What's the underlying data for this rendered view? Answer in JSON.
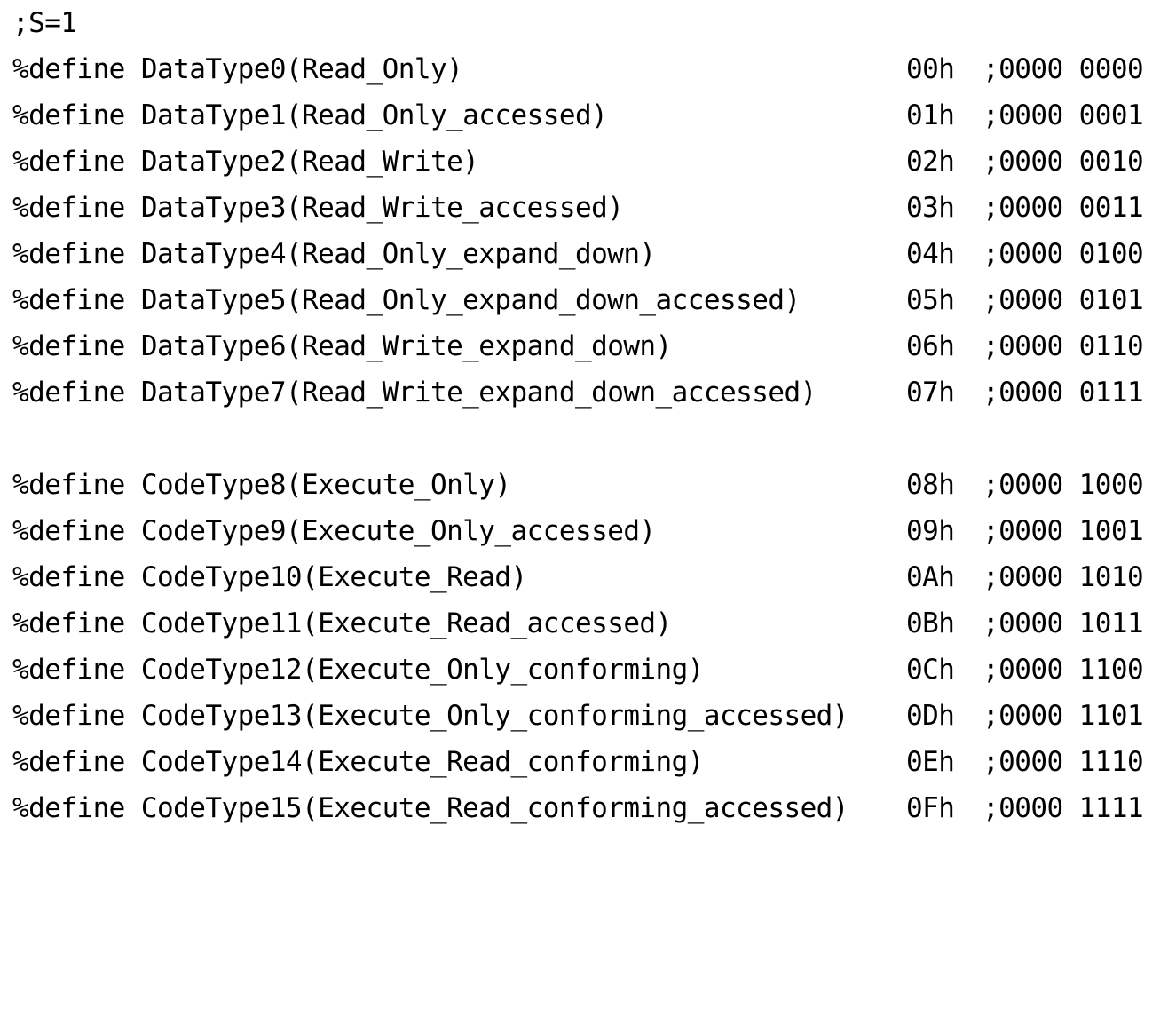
{
  "document": {
    "kind": "assembly-source-listing",
    "text_color": "#000000",
    "background_color": "#ffffff",
    "header_comment": ";S=1",
    "lines": [
      {
        "definition": "%define DataType0(Read_Only)",
        "hex": "00h",
        "binary": ";0000 0000"
      },
      {
        "definition": "%define DataType1(Read_Only_accessed)",
        "hex": "01h",
        "binary": ";0000 0001"
      },
      {
        "definition": "%define DataType2(Read_Write)",
        "hex": "02h",
        "binary": ";0000 0010"
      },
      {
        "definition": "%define DataType3(Read_Write_accessed)",
        "hex": "03h",
        "binary": ";0000 0011"
      },
      {
        "definition": "%define DataType4(Read_Only_expand_down)",
        "hex": "04h",
        "binary": ";0000 0100"
      },
      {
        "definition": "%define DataType5(Read_Only_expand_down_accessed)",
        "hex": "05h",
        "binary": ";0000 0101"
      },
      {
        "definition": "%define DataType6(Read_Write_expand_down)",
        "hex": "06h",
        "binary": ";0000 0110"
      },
      {
        "definition": "%define DataType7(Read_Write_expand_down_accessed)",
        "hex": "07h",
        "binary": ";0000 0111"
      },
      {
        "definition": "%define CodeType8(Execute_Only)",
        "hex": "08h",
        "binary": ";0000 1000"
      },
      {
        "definition": "%define CodeType9(Execute_Only_accessed)",
        "hex": "09h",
        "binary": ";0000 1001"
      },
      {
        "definition": "%define CodeType10(Execute_Read)",
        "hex": "0Ah",
        "binary": ";0000 1010"
      },
      {
        "definition": "%define CodeType11(Execute_Read_accessed)",
        "hex": "0Bh",
        "binary": ";0000 1011"
      },
      {
        "definition": "%define CodeType12(Execute_Only_conforming)",
        "hex": "0Ch",
        "binary": ";0000 1100"
      },
      {
        "definition": "%define CodeType13(Execute_Only_conforming_accessed)",
        "hex": "0Dh",
        "binary": ";0000 1101"
      },
      {
        "definition": "%define CodeType14(Execute_Read_conforming)",
        "hex": "0Eh",
        "binary": ";0000 1110"
      },
      {
        "definition": "%define CodeType15(Execute_Read_conforming_accessed)",
        "hex": "0Fh",
        "binary": ";0000 1111"
      }
    ]
  }
}
